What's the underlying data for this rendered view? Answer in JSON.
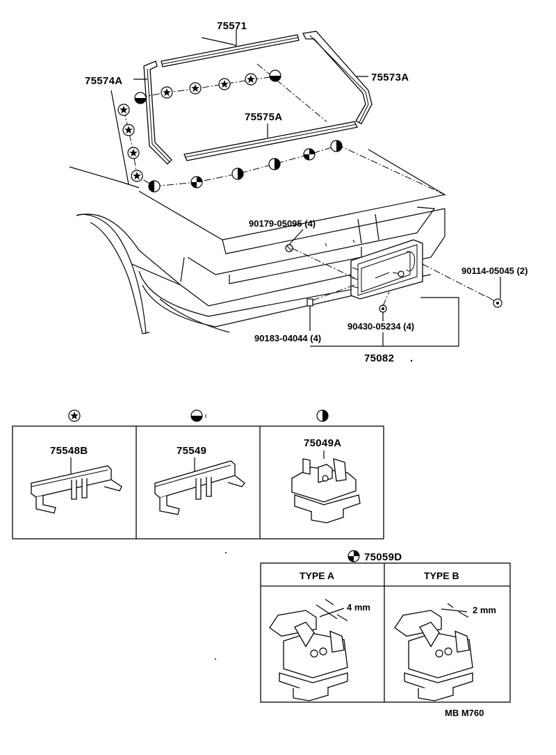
{
  "labels": {
    "moulding_upper": "75571",
    "moulding_left": "75574A",
    "moulding_right": "75573A",
    "moulding_lower": "75575A",
    "screw_upper": "90179-05095 (4)",
    "screw_right": "90114-05045 (2)",
    "nut": "90430-05234 (4)",
    "clip_lower": "90183-04044 (4)",
    "lamp_assy": "75082",
    "lamp_assy_dot": "."
  },
  "clip_table": {
    "clip_star": "75548B",
    "clip_half_h": "75549",
    "clip_half_v": "75049A"
  },
  "type_table": {
    "part_number": "75059D",
    "type_a": "TYPE A",
    "type_b": "TYPE B",
    "dim_a": "4 mm",
    "dim_b": "2 mm"
  },
  "footer": {
    "diagram_code": "MB M760"
  },
  "symbols": {
    "star": "star-clip-icon",
    "half_h": "half-circle-horizontal-icon",
    "half_v": "half-circle-vertical-icon",
    "quarter": "quarter-circle-icon"
  }
}
